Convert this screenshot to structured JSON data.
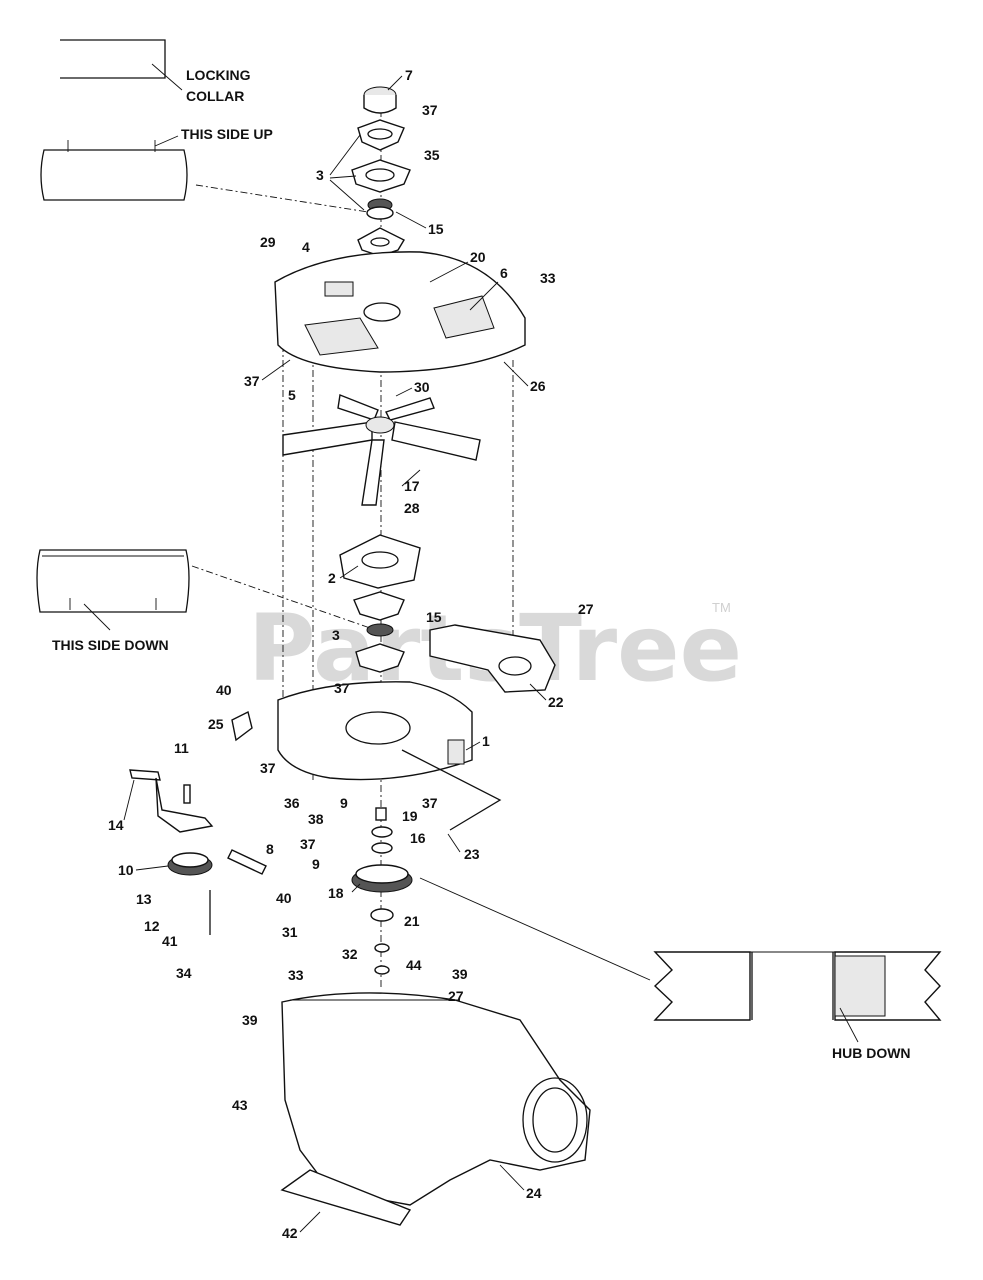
{
  "watermark": {
    "text": "PartsTree",
    "trademark": "TM"
  },
  "notes": {
    "locking_collar_1": "LOCKING",
    "locking_collar_2": "COLLAR",
    "this_side_up": "THIS SIDE UP",
    "this_side_down": "THIS SIDE DOWN",
    "hub_down": "HUB DOWN"
  },
  "callouts": [
    "7",
    "37",
    "35",
    "3",
    "15",
    "29",
    "4",
    "20",
    "6",
    "33",
    "37",
    "5",
    "26",
    "30",
    "17",
    "28",
    "2",
    "27",
    "15",
    "3",
    "37",
    "22",
    "40",
    "25",
    "37",
    "1",
    "11",
    "36",
    "9",
    "38",
    "19",
    "37",
    "14",
    "8",
    "37",
    "9",
    "16",
    "23",
    "10",
    "40",
    "18",
    "13",
    "21",
    "12",
    "41",
    "31",
    "34",
    "32",
    "44",
    "39",
    "33",
    "27",
    "39",
    "43",
    "24",
    "42"
  ]
}
